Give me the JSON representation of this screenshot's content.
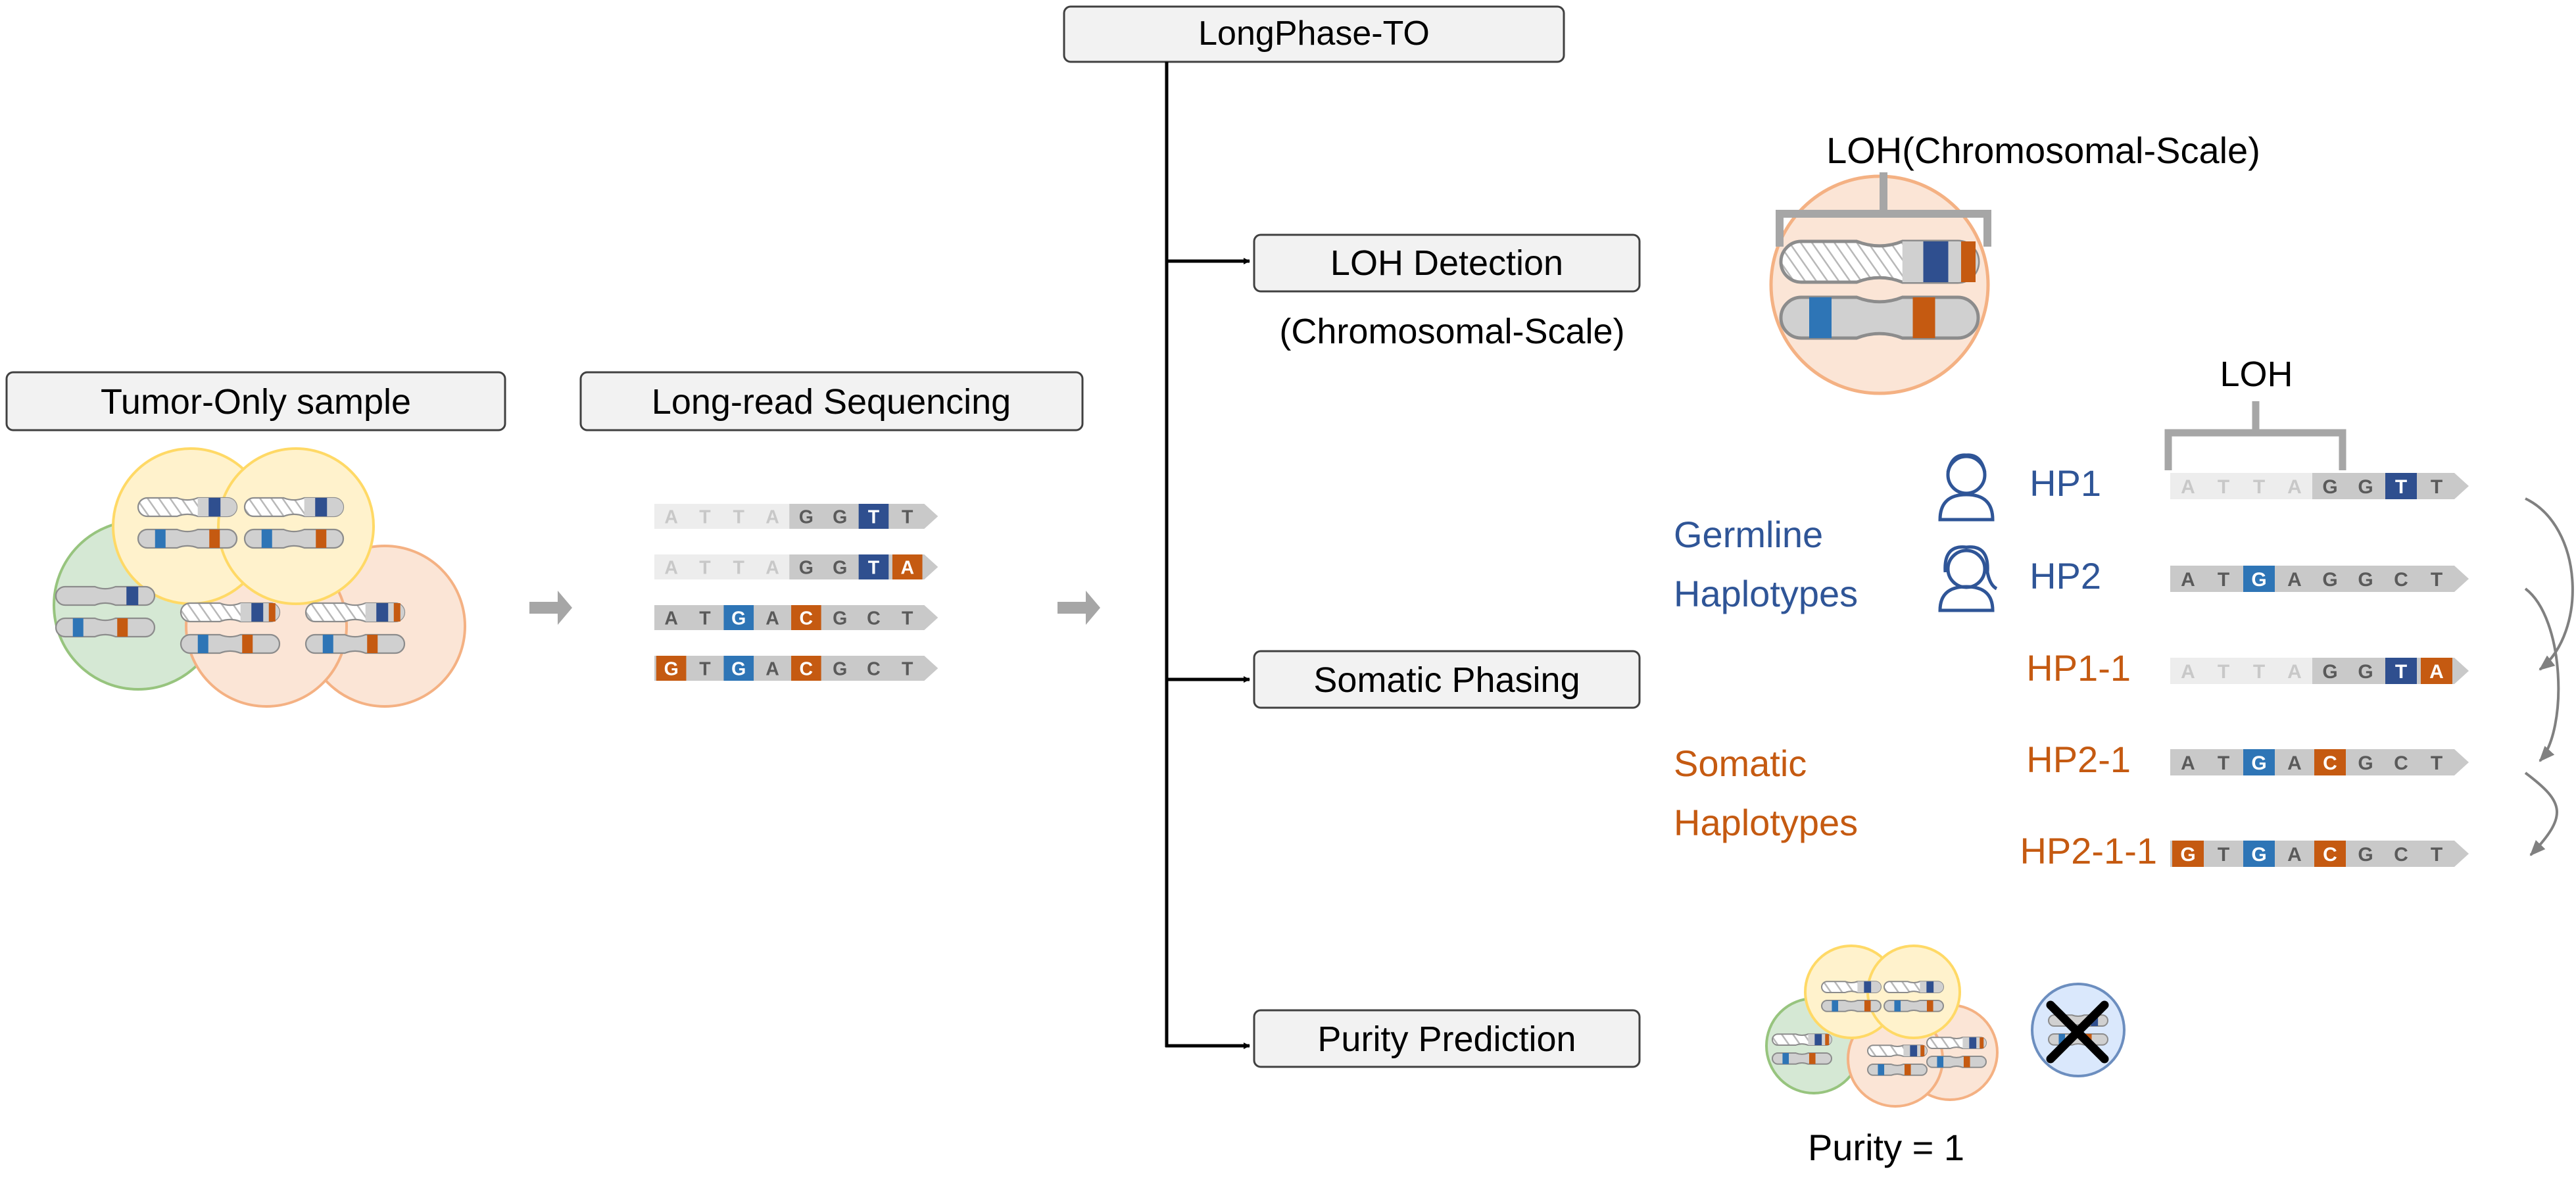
{
  "title": "LongPhase-TO",
  "input": {
    "sample_label": "Tumor-Only sample",
    "sequencing_label": "Long-read Sequencing"
  },
  "reads": [
    [
      "A",
      "T",
      "T",
      "A",
      "G",
      "G",
      "T",
      "T"
    ],
    [
      "A",
      "T",
      "T",
      "A",
      "G",
      "G",
      "T",
      "A"
    ],
    [
      "A",
      "T",
      "G",
      "A",
      "C",
      "G",
      "C",
      "T"
    ],
    [
      "G",
      "T",
      "G",
      "A",
      "C",
      "G",
      "C",
      "T"
    ]
  ],
  "modules": {
    "loh": {
      "label": "LOH Detection",
      "sublabel": "(Chromosomal-Scale)",
      "caption": "LOH(Chromosomal-Scale)"
    },
    "somatic": {
      "label": "Somatic Phasing"
    },
    "purity": {
      "label": "Purity Prediction",
      "result": "Purity = 1"
    }
  },
  "phasing": {
    "loh_label": "LOH",
    "germline_label": [
      "Germline",
      "Haplotypes"
    ],
    "somatic_label": [
      "Somatic",
      "Haplotypes"
    ],
    "haplotypes": [
      {
        "name": "HP1",
        "group": "germline",
        "icon": "male-person-icon",
        "bases": [
          "A",
          "T",
          "T",
          "A",
          "G",
          "G",
          "T",
          "T"
        ]
      },
      {
        "name": "HP2",
        "group": "germline",
        "icon": "female-person-icon",
        "bases": [
          "A",
          "T",
          "G",
          "A",
          "G",
          "G",
          "C",
          "T"
        ]
      },
      {
        "name": "HP1-1",
        "group": "somatic",
        "bases": [
          "A",
          "T",
          "T",
          "A",
          "G",
          "G",
          "T",
          "A"
        ]
      },
      {
        "name": "HP2-1",
        "group": "somatic",
        "bases": [
          "A",
          "T",
          "G",
          "A",
          "C",
          "G",
          "C",
          "T"
        ]
      },
      {
        "name": "HP2-1-1",
        "group": "somatic",
        "bases": [
          "G",
          "T",
          "G",
          "A",
          "C",
          "G",
          "C",
          "T"
        ]
      }
    ]
  },
  "colors": {
    "germline_text": "#2f5597",
    "somatic_text": "#c55a11",
    "navy": "#2f4f8f",
    "blue": "#2e75b6",
    "orange": "#c55a11",
    "bar_gray": "#c9c9c9",
    "bar_light": "#ededed",
    "normal_cell": "#d5e8d4",
    "tumor_yellow": "#fff2cc",
    "tumor_orange": "#fbe5d6",
    "excluded_cell": "#dae8fc"
  }
}
